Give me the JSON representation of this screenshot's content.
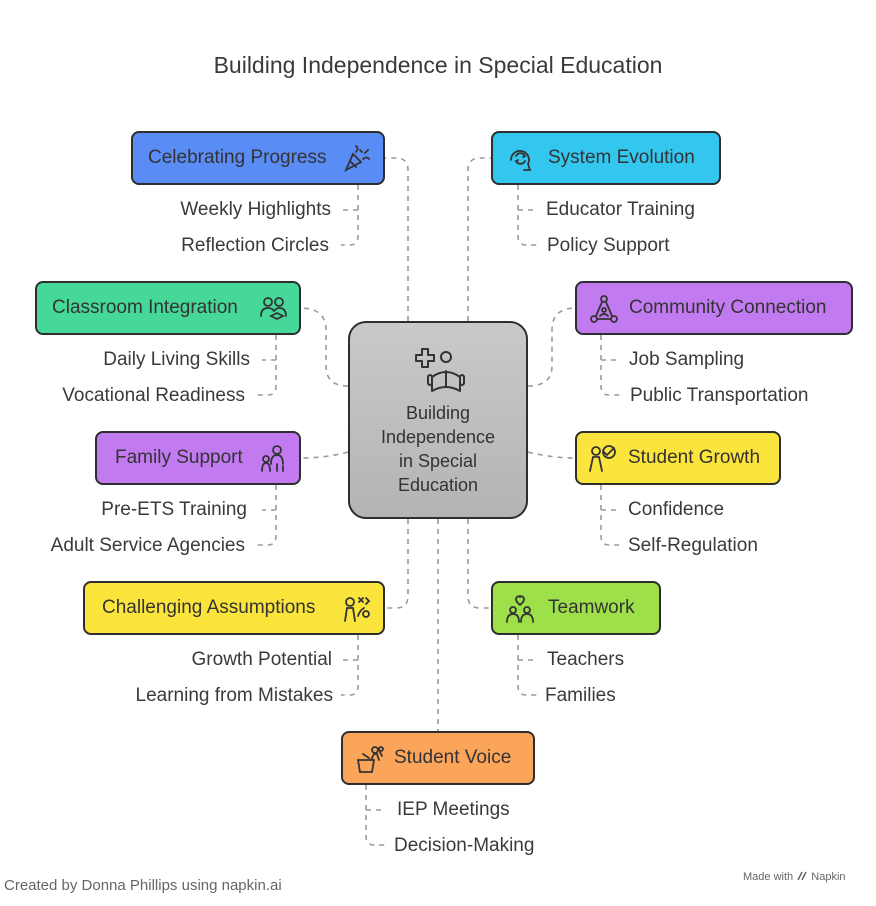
{
  "title": "Building Independence in Special Education",
  "center": {
    "label_lines": [
      "Building",
      "Independence",
      "in Special",
      "Education"
    ],
    "icon": "learner-book-icon"
  },
  "topics": [
    {
      "id": "celebrating-progress",
      "label": "Celebrating Progress",
      "icon": "party-popper-icon",
      "color": "#5a8cf5",
      "subtopics": [
        "Weekly Highlights",
        "Reflection Circles"
      ]
    },
    {
      "id": "system-evolution",
      "label": "System Evolution",
      "icon": "head-cycle-icon",
      "color": "#33c7f0",
      "subtopics": [
        "Educator Training",
        "Policy Support"
      ]
    },
    {
      "id": "classroom-integration",
      "label": "Classroom Integration",
      "icon": "students-group-icon",
      "color": "#45d898",
      "subtopics": [
        "Daily Living Skills",
        "Vocational Readiness"
      ]
    },
    {
      "id": "community-connection",
      "label": "Community Connection",
      "icon": "network-person-icon",
      "color": "#c27af0",
      "subtopics": [
        "Job Sampling",
        "Public Transportation"
      ]
    },
    {
      "id": "family-support",
      "label": "Family Support",
      "icon": "family-icon",
      "color": "#c27af0",
      "subtopics": [
        "Pre-ETS Training",
        "Adult Service Agencies"
      ]
    },
    {
      "id": "student-growth",
      "label": "Student Growth",
      "icon": "person-check-icon",
      "color": "#fbe53c",
      "subtopics": [
        "Confidence",
        "Self-Regulation"
      ]
    },
    {
      "id": "challenging-assumptions",
      "label": "Challenging Assumptions",
      "icon": "person-strategy-icon",
      "color": "#fbe53c",
      "subtopics": [
        "Growth Potential",
        "Learning from Mistakes"
      ]
    },
    {
      "id": "teamwork",
      "label": "Teamwork",
      "icon": "team-heart-icon",
      "color": "#9ee04a",
      "subtopics": [
        "Teachers",
        "Families"
      ]
    },
    {
      "id": "student-voice",
      "label": "Student Voice",
      "icon": "podium-speaker-icon",
      "color": "#fba55a",
      "subtopics": [
        "IEP Meetings",
        "Decision-Making"
      ]
    }
  ],
  "footer": {
    "credit": "Created by Donna Phillips using napkin.ai",
    "made_with": "Made with",
    "brand": "Napkin"
  }
}
